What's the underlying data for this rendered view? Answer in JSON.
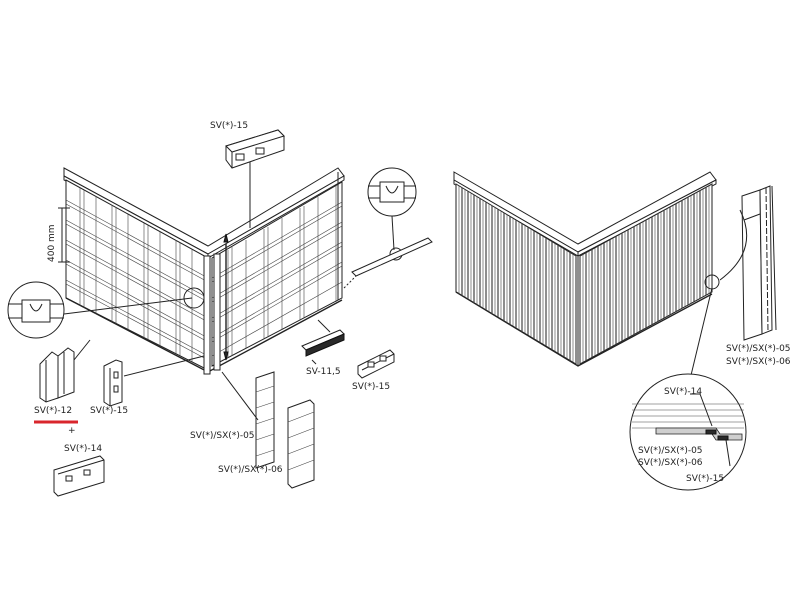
{
  "colors": {
    "line": "#222222",
    "accent_underline": "#d9262c",
    "background": "#ffffff"
  },
  "labels": {
    "sv15_top": "SV(*)-15",
    "dim_400": "400 mm",
    "sv12": "SV(*)-12",
    "sv15_left": "SV(*)-15",
    "plus": "+",
    "sv14_left": "SV(*)-14",
    "sv115": "SV-11,5",
    "sv15_mid": "SV(*)-15",
    "svsx05_left": "SV(*)/SX(*)-05",
    "svsx06_left": "SV(*)/SX(*)-06",
    "svsx05_right": "SV(*)/SX(*)-05",
    "svsx06_right": "SV(*)/SX(*)-06",
    "detail_sv14": "SV(*)-14",
    "detail_svsx05": "SV(*)/SX(*)-05",
    "detail_svsx06": "SV(*)/SX(*)-06",
    "detail_sv15": "SV(*)-15"
  }
}
